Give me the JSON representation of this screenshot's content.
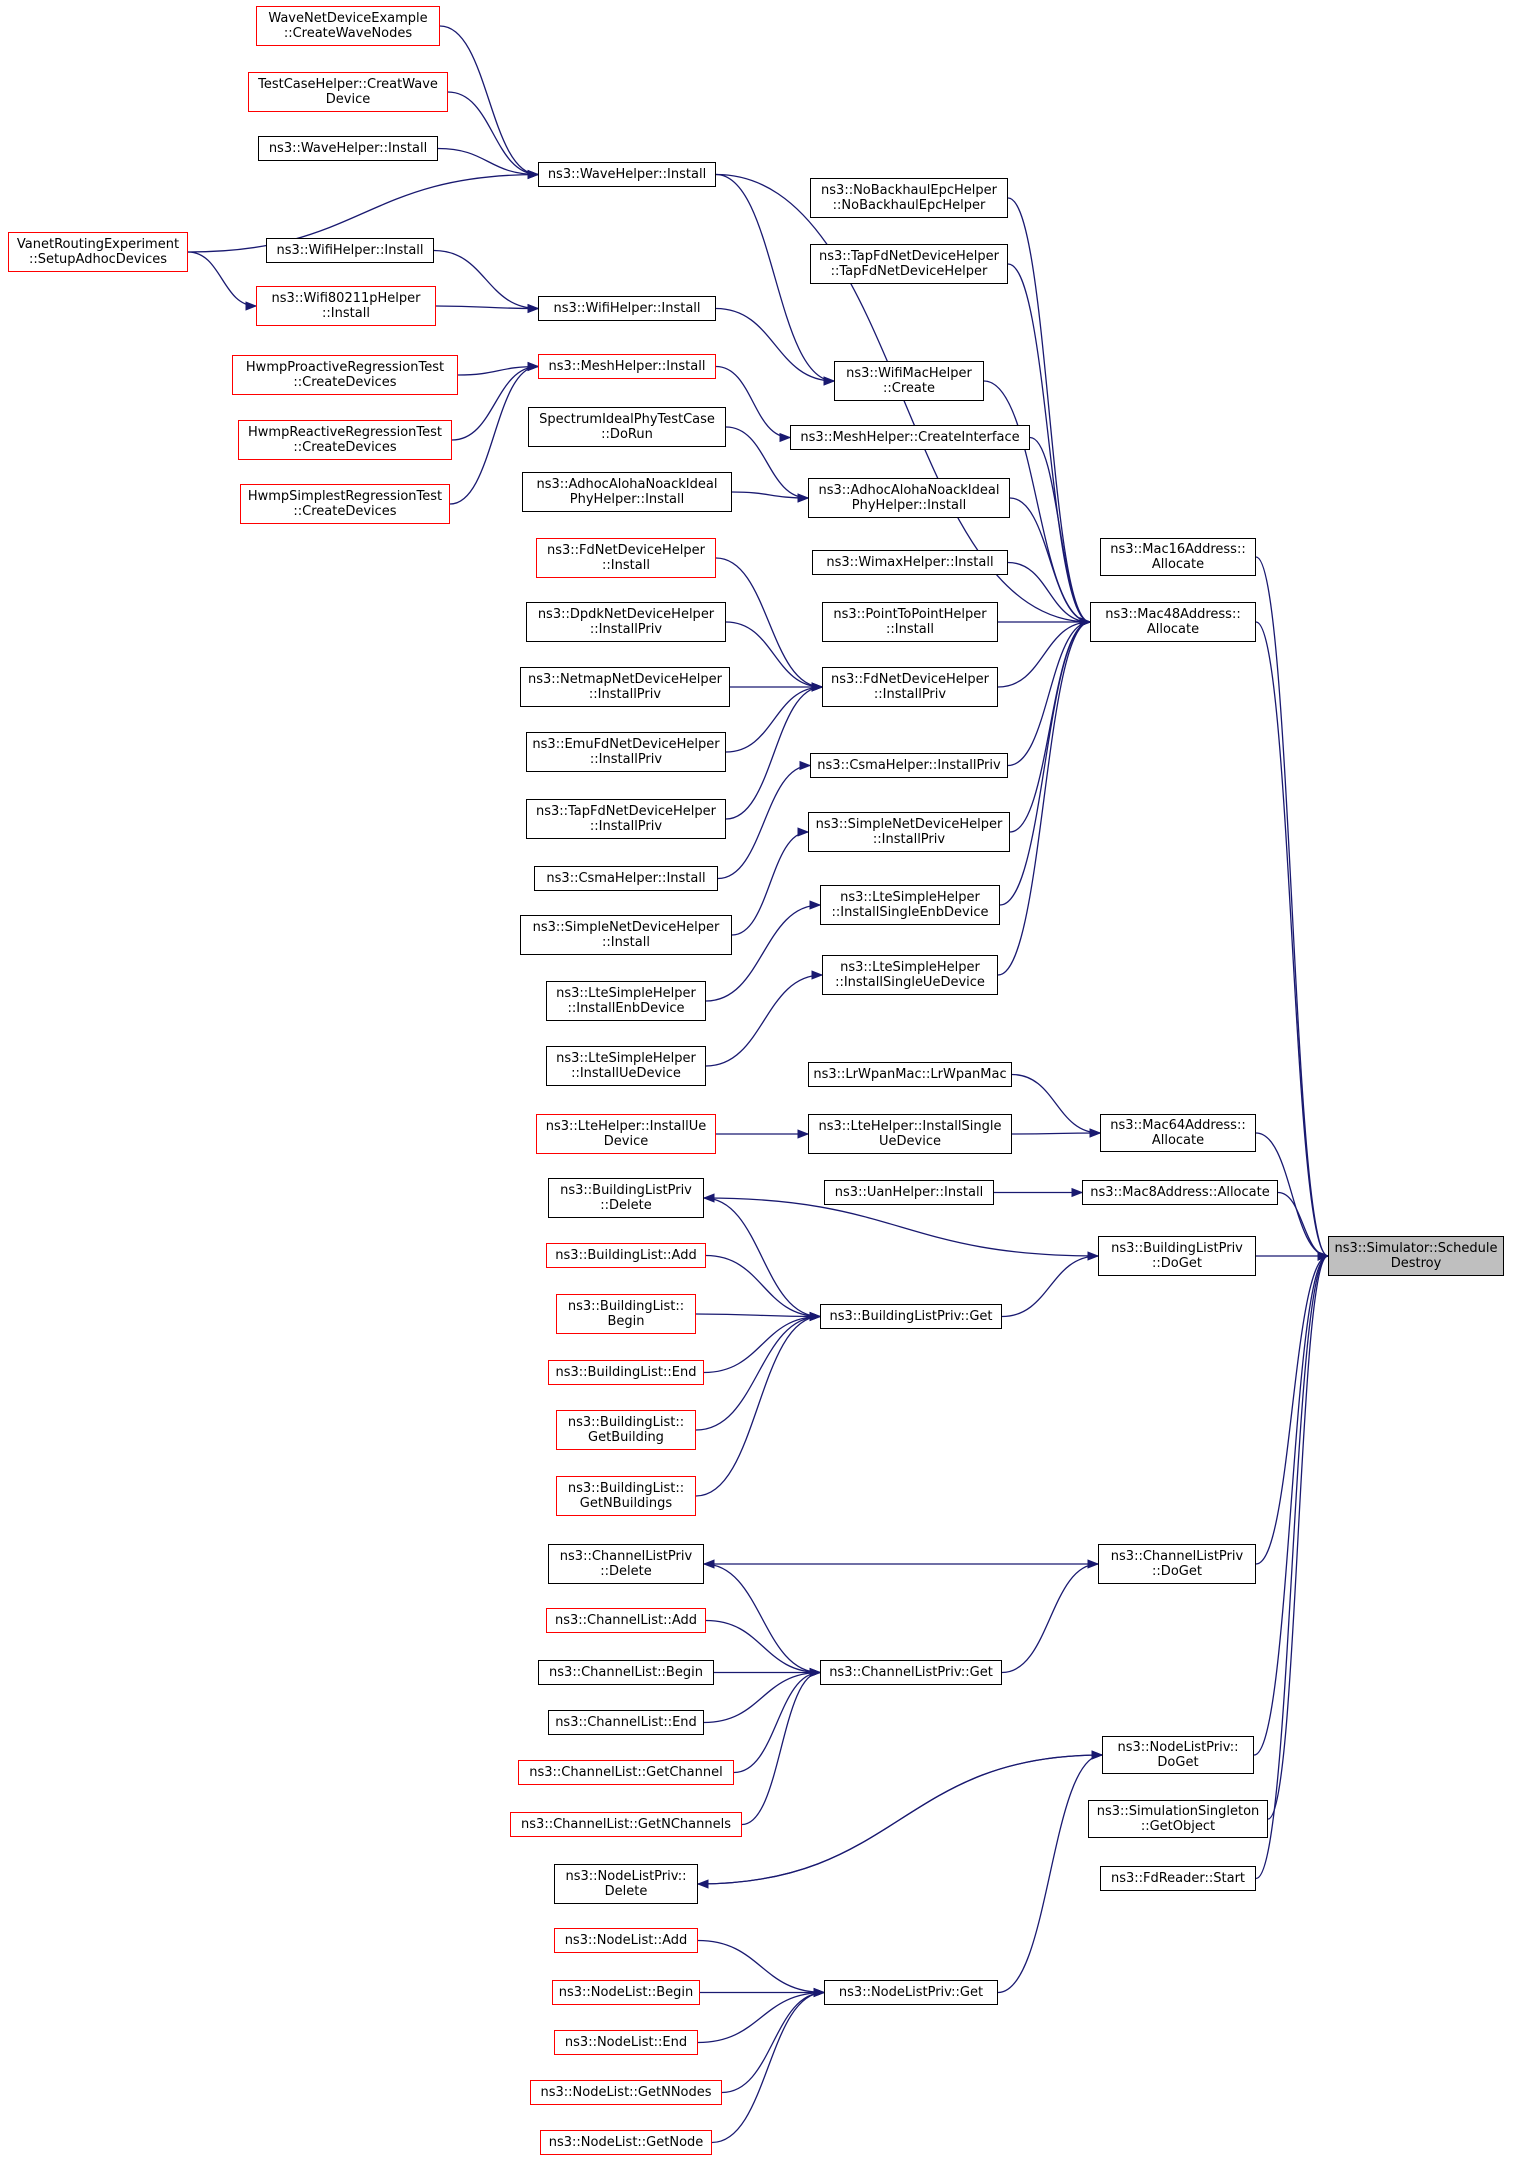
{
  "graph": {
    "edge_color": "#191970",
    "nodes": [
      {
        "id": "sd",
        "label": "ns3::Simulator::Schedule\nDestroy",
        "style": "root"
      },
      {
        "id": "m16",
        "label": "ns3::Mac16Address::\nAllocate",
        "style": "normal"
      },
      {
        "id": "m48",
        "label": "ns3::Mac48Address::\nAllocate",
        "style": "normal"
      },
      {
        "id": "m64",
        "label": "ns3::Mac64Address::\nAllocate",
        "style": "normal"
      },
      {
        "id": "m8",
        "label": "ns3::Mac8Address::Allocate",
        "style": "normal"
      },
      {
        "id": "bdoget",
        "label": "ns3::BuildingListPriv\n::DoGet",
        "style": "normal"
      },
      {
        "id": "cdoget",
        "label": "ns3::ChannelListPriv\n::DoGet",
        "style": "normal"
      },
      {
        "id": "ndoget",
        "label": "ns3::NodeListPriv::\nDoGet",
        "style": "normal"
      },
      {
        "id": "simsing",
        "label": "ns3::SimulationSingleton\n::GetObject",
        "style": "normal"
      },
      {
        "id": "fdstart",
        "label": "ns3::FdReader::Start",
        "style": "normal"
      },
      {
        "id": "nobh",
        "label": "ns3::NoBackhaulEpcHelper\n::NoBackhaulEpcHelper",
        "style": "normal"
      },
      {
        "id": "tapfd",
        "label": "ns3::TapFdNetDeviceHelper\n::TapFdNetDeviceHelper",
        "style": "normal"
      },
      {
        "id": "wifimac",
        "label": "ns3::WifiMacHelper\n::Create",
        "style": "normal"
      },
      {
        "id": "meshci",
        "label": "ns3::MeshHelper::CreateInterface",
        "style": "normal"
      },
      {
        "id": "adhocp",
        "label": "ns3::AdhocAlohaNoackIdeal\nPhyHelper::Install",
        "style": "normal"
      },
      {
        "id": "wimax",
        "label": "ns3::WimaxHelper::Install",
        "style": "normal"
      },
      {
        "id": "p2p",
        "label": "ns3::PointToPointHelper\n::Install",
        "style": "normal"
      },
      {
        "id": "fdpriv",
        "label": "ns3::FdNetDeviceHelper\n::InstallPriv",
        "style": "normal"
      },
      {
        "id": "csmapriv",
        "label": "ns3::CsmaHelper::InstallPriv",
        "style": "normal"
      },
      {
        "id": "simplepriv",
        "label": "ns3::SimpleNetDeviceHelper\n::InstallPriv",
        "style": "normal"
      },
      {
        "id": "lteenb1",
        "label": "ns3::LteSimpleHelper\n::InstallSingleEnbDevice",
        "style": "normal"
      },
      {
        "id": "lteue1",
        "label": "ns3::LteSimpleHelper\n::InstallSingleUeDevice",
        "style": "normal"
      },
      {
        "id": "lrwpan",
        "label": "ns3::LrWpanMac::LrWpanMac",
        "style": "normal"
      },
      {
        "id": "ltesingle",
        "label": "ns3::LteHelper::InstallSingle\nUeDevice",
        "style": "normal"
      },
      {
        "id": "uan",
        "label": "ns3::UanHelper::Install",
        "style": "normal"
      },
      {
        "id": "bget",
        "label": "ns3::BuildingListPriv::Get",
        "style": "normal"
      },
      {
        "id": "cget",
        "label": "ns3::ChannelListPriv::Get",
        "style": "normal"
      },
      {
        "id": "nget",
        "label": "ns3::NodeListPriv::Get",
        "style": "normal"
      },
      {
        "id": "wave",
        "label": "ns3::WaveHelper::Install",
        "style": "normal"
      },
      {
        "id": "wifi",
        "label": "ns3::WifiHelper::Install",
        "style": "normal"
      },
      {
        "id": "mesh",
        "label": "ns3::MeshHelper::Install",
        "style": "red"
      },
      {
        "id": "spectrum",
        "label": "SpectrumIdealPhyTestCase\n::DoRun",
        "style": "normal"
      },
      {
        "id": "adhoc",
        "label": "ns3::AdhocAlohaNoackIdeal\nPhyHelper::Install",
        "style": "normal"
      },
      {
        "id": "fdinst",
        "label": "ns3::FdNetDeviceHelper\n::Install",
        "style": "red"
      },
      {
        "id": "dpdk",
        "label": "ns3::DpdkNetDeviceHelper\n::InstallPriv",
        "style": "normal"
      },
      {
        "id": "netmap",
        "label": "ns3::NetmapNetDeviceHelper\n::InstallPriv",
        "style": "normal"
      },
      {
        "id": "emu",
        "label": "ns3::EmuFdNetDeviceHelper\n::InstallPriv",
        "style": "normal"
      },
      {
        "id": "tappriv",
        "label": "ns3::TapFdNetDeviceHelper\n::InstallPriv",
        "style": "normal"
      },
      {
        "id": "csma",
        "label": "ns3::CsmaHelper::Install",
        "style": "normal"
      },
      {
        "id": "simple",
        "label": "ns3::SimpleNetDeviceHelper\n::Install",
        "style": "normal"
      },
      {
        "id": "lteenb",
        "label": "ns3::LteSimpleHelper\n::InstallEnbDevice",
        "style": "normal"
      },
      {
        "id": "lteue",
        "label": "ns3::LteSimpleHelper\n::InstallUeDevice",
        "style": "normal"
      },
      {
        "id": "lteinst",
        "label": "ns3::LteHelper::InstallUe\nDevice",
        "style": "red"
      },
      {
        "id": "bdel",
        "label": "ns3::BuildingListPriv\n::Delete",
        "style": "normal"
      },
      {
        "id": "badd",
        "label": "ns3::BuildingList::Add",
        "style": "red"
      },
      {
        "id": "bbegin",
        "label": "ns3::BuildingList::\nBegin",
        "style": "red"
      },
      {
        "id": "bend",
        "label": "ns3::BuildingList::End",
        "style": "red"
      },
      {
        "id": "bgetb",
        "label": "ns3::BuildingList::\nGetBuilding",
        "style": "red"
      },
      {
        "id": "bgetn",
        "label": "ns3::BuildingList::\nGetNBuildings",
        "style": "red"
      },
      {
        "id": "cdel",
        "label": "ns3::ChannelListPriv\n::Delete",
        "style": "normal"
      },
      {
        "id": "cadd",
        "label": "ns3::ChannelList::Add",
        "style": "red"
      },
      {
        "id": "cbegin",
        "label": "ns3::ChannelList::Begin",
        "style": "normal"
      },
      {
        "id": "cend",
        "label": "ns3::ChannelList::End",
        "style": "normal"
      },
      {
        "id": "cgetc",
        "label": "ns3::ChannelList::GetChannel",
        "style": "red"
      },
      {
        "id": "cgetn",
        "label": "ns3::ChannelList::GetNChannels",
        "style": "red"
      },
      {
        "id": "ndel",
        "label": "ns3::NodeListPriv::\nDelete",
        "style": "normal"
      },
      {
        "id": "nadd",
        "label": "ns3::NodeList::Add",
        "style": "red"
      },
      {
        "id": "nbegin",
        "label": "ns3::NodeList::Begin",
        "style": "red"
      },
      {
        "id": "nend",
        "label": "ns3::NodeList::End",
        "style": "red"
      },
      {
        "id": "ngetnn",
        "label": "ns3::NodeList::GetNNodes",
        "style": "red"
      },
      {
        "id": "ngetnode",
        "label": "ns3::NodeList::GetNode",
        "style": "red"
      },
      {
        "id": "wavecreate",
        "label": "WaveNetDeviceExample\n::CreateWaveNodes",
        "style": "red"
      },
      {
        "id": "testcase",
        "label": "TestCaseHelper::CreatWave\nDevice",
        "style": "red"
      },
      {
        "id": "wave2",
        "label": "ns3::WaveHelper::Install",
        "style": "normal"
      },
      {
        "id": "vanet",
        "label": "VanetRoutingExperiment\n::SetupAdhocDevices",
        "style": "red"
      },
      {
        "id": "wifi2",
        "label": "ns3::WifiHelper::Install",
        "style": "normal"
      },
      {
        "id": "wifi80211p",
        "label": "ns3::Wifi80211pHelper\n::Install",
        "style": "red"
      },
      {
        "id": "hwmpp",
        "label": "HwmpProactiveRegressionTest\n::CreateDevices",
        "style": "red"
      },
      {
        "id": "hwmpr",
        "label": "HwmpReactiveRegressionTest\n::CreateDevices",
        "style": "red"
      },
      {
        "id": "hwmps",
        "label": "HwmpSimplestRegressionTest\n::CreateDevices",
        "style": "red"
      }
    ],
    "edges": [
      [
        "m16",
        "sd"
      ],
      [
        "m48",
        "sd"
      ],
      [
        "m64",
        "sd"
      ],
      [
        "m8",
        "sd"
      ],
      [
        "bdoget",
        "sd"
      ],
      [
        "cdoget",
        "sd"
      ],
      [
        "ndoget",
        "sd"
      ],
      [
        "simsing",
        "sd"
      ],
      [
        "fdstart",
        "sd"
      ],
      [
        "nobh",
        "m48"
      ],
      [
        "tapfd",
        "m48"
      ],
      [
        "wifimac",
        "m48"
      ],
      [
        "meshci",
        "m48"
      ],
      [
        "adhocp",
        "m48"
      ],
      [
        "wimax",
        "m48"
      ],
      [
        "p2p",
        "m48"
      ],
      [
        "fdpriv",
        "m48"
      ],
      [
        "csmapriv",
        "m48"
      ],
      [
        "simplepriv",
        "m48"
      ],
      [
        "lteenb1",
        "m48"
      ],
      [
        "lteue1",
        "m48"
      ],
      [
        "wave",
        "m48"
      ],
      [
        "lrwpan",
        "m64"
      ],
      [
        "ltesingle",
        "m64"
      ],
      [
        "uan",
        "m8"
      ],
      [
        "bget",
        "bdoget"
      ],
      [
        "bdoget",
        "bdel"
      ],
      [
        "bdel",
        "bget"
      ],
      [
        "badd",
        "bget"
      ],
      [
        "bbegin",
        "bget"
      ],
      [
        "bend",
        "bget"
      ],
      [
        "bgetb",
        "bget"
      ],
      [
        "bgetn",
        "bget"
      ],
      [
        "cget",
        "cdoget"
      ],
      [
        "cdoget",
        "cdel"
      ],
      [
        "cdel",
        "cget"
      ],
      [
        "cadd",
        "cget"
      ],
      [
        "cbegin",
        "cget"
      ],
      [
        "cend",
        "cget"
      ],
      [
        "cgetc",
        "cget"
      ],
      [
        "cgetn",
        "cget"
      ],
      [
        "nget",
        "ndoget"
      ],
      [
        "ndoget",
        "ndel"
      ],
      [
        "ndel",
        "ndoget"
      ],
      [
        "nadd",
        "nget"
      ],
      [
        "nbegin",
        "nget"
      ],
      [
        "nend",
        "nget"
      ],
      [
        "ngetnn",
        "nget"
      ],
      [
        "ngetnode",
        "nget"
      ],
      [
        "wave",
        "wifimac"
      ],
      [
        "wifi",
        "wifimac"
      ],
      [
        "mesh",
        "meshci"
      ],
      [
        "spectrum",
        "adhocp"
      ],
      [
        "adhoc",
        "adhocp"
      ],
      [
        "fdinst",
        "fdpriv"
      ],
      [
        "dpdk",
        "fdpriv"
      ],
      [
        "netmap",
        "fdpriv"
      ],
      [
        "emu",
        "fdpriv"
      ],
      [
        "tappriv",
        "fdpriv"
      ],
      [
        "csma",
        "csmapriv"
      ],
      [
        "simple",
        "simplepriv"
      ],
      [
        "lteenb",
        "lteenb1"
      ],
      [
        "lteue",
        "lteue1"
      ],
      [
        "lteinst",
        "ltesingle"
      ],
      [
        "wavecreate",
        "wave"
      ],
      [
        "testcase",
        "wave"
      ],
      [
        "wave2",
        "wave"
      ],
      [
        "vanet",
        "wave"
      ],
      [
        "vanet",
        "wifi80211p"
      ],
      [
        "wifi2",
        "wifi"
      ],
      [
        "wifi80211p",
        "wifi"
      ],
      [
        "hwmpp",
        "mesh"
      ],
      [
        "hwmpr",
        "mesh"
      ],
      [
        "hwmps",
        "mesh"
      ]
    ]
  }
}
